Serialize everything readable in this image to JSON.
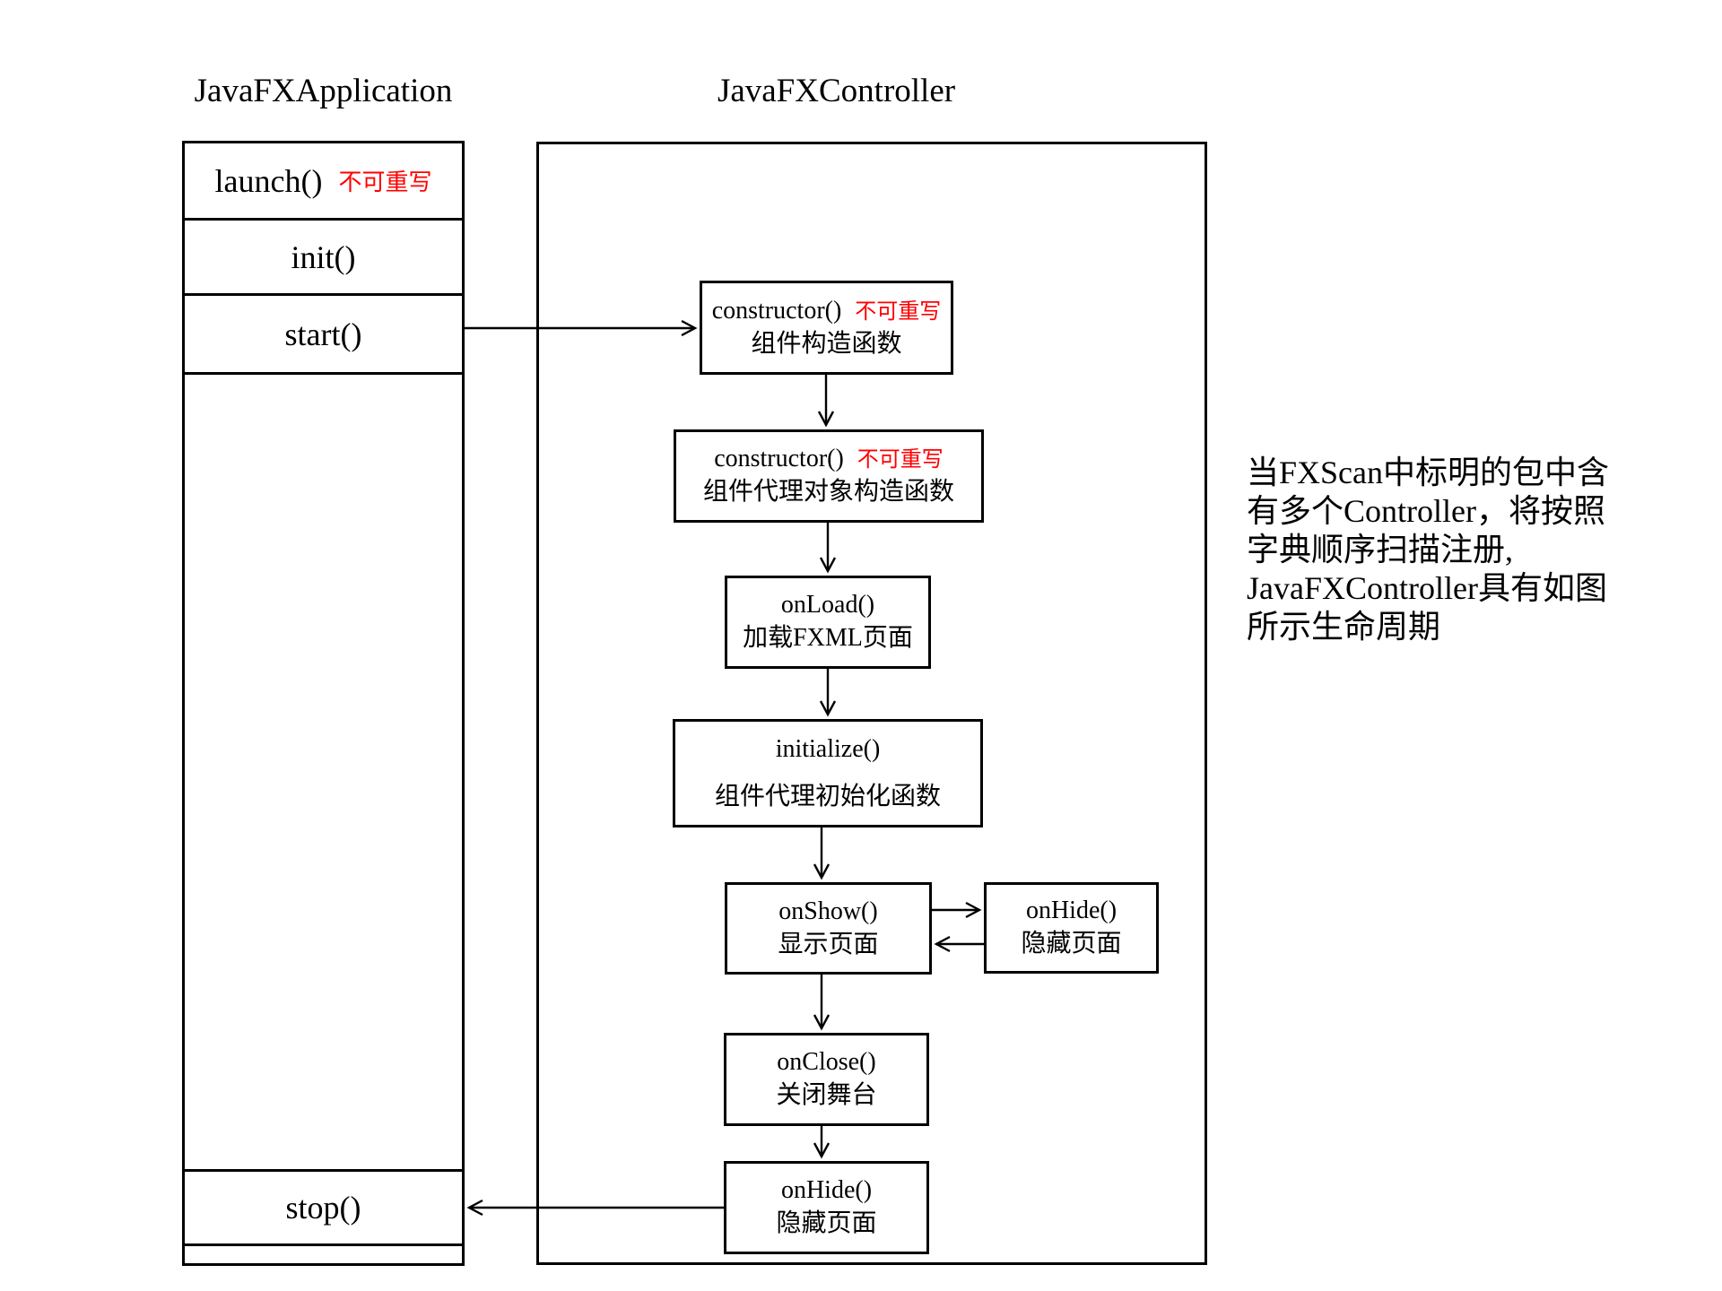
{
  "colors": {
    "line": "#000000",
    "accent_red": "#ff0000",
    "background": "#ffffff"
  },
  "left_class": {
    "title": "JavaFXApplication",
    "rows": [
      {
        "label": "launch()",
        "note": "不可重写"
      },
      {
        "label": "init()"
      },
      {
        "label": "start()"
      },
      {
        "label": "stop()"
      }
    ]
  },
  "controller": {
    "title": "JavaFXController",
    "boxes": [
      {
        "line1": "constructor()",
        "note": "不可重写",
        "line2": "组件构造函数"
      },
      {
        "line1": "constructor()",
        "note": "不可重写",
        "line2": "组件代理对象构造函数"
      },
      {
        "line1": "onLoad()",
        "line2": "加载FXML页面"
      },
      {
        "line1": "initialize()",
        "line2": "组件代理初始化函数"
      },
      {
        "line1": "onShow()",
        "line2": "显示页面"
      },
      {
        "line1": "onHide()",
        "line2": "隐藏页面"
      },
      {
        "line1": "onClose()",
        "line2": "关闭舞台"
      },
      {
        "line1": "onHide()",
        "line2": "隐藏页面"
      }
    ]
  },
  "note_paragraph": {
    "lines": [
      "当FXScan中标明的包中含",
      "有多个Controller，将按照",
      "字典顺序扫描注册,",
      "JavaFXController具有如图",
      "所示生命周期"
    ]
  }
}
